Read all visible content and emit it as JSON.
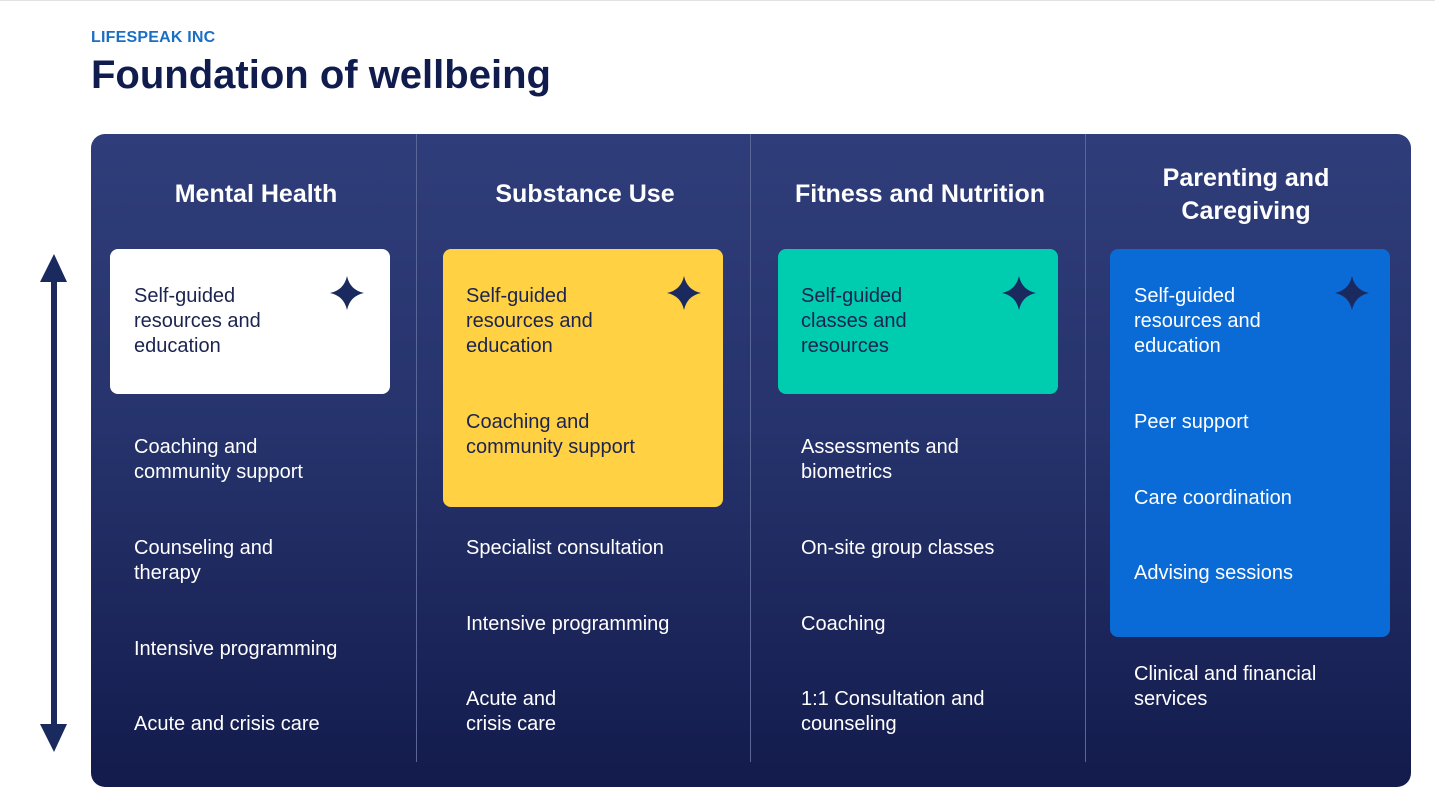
{
  "header": {
    "company": "LIFESPEAK INC",
    "title": "Foundation of wellbeing"
  },
  "colors": {
    "panel_top": "#2f3d7a",
    "panel_bottom": "#131b4c",
    "white_box": "#ffffff",
    "yellow_box": "#ffd143",
    "teal_box": "#00ccb0",
    "blue_box": "#0a6ad6",
    "diamond": "#1b2a5e"
  },
  "columns": [
    {
      "title": "Mental Health",
      "highlight": "Self-guided resources and education",
      "items": [
        "Coaching and community support",
        "Counseling and therapy",
        "Intensive programming",
        "Acute and crisis care"
      ]
    },
    {
      "title": "Substance Use",
      "highlight": "Self-guided resources and education",
      "highlight2": "Coaching and community support",
      "items": [
        "Specialist consultation",
        "Intensive programming",
        "Acute and crisis care"
      ]
    },
    {
      "title": "Fitness and Nutrition",
      "highlight": "Self-guided classes and resources",
      "items": [
        "Assessments and biometrics",
        "On-site group classes",
        "Coaching",
        "1:1 Consultation and counseling"
      ]
    },
    {
      "title": "Parenting and Caregiving",
      "highlight": "Self-guided resources and education",
      "highlight2": "Peer support",
      "highlight3": "Care coordination",
      "highlight4": "Advising sessions",
      "items": [
        "Clinical and financial services"
      ]
    }
  ],
  "icons": {
    "diamond": "four-point-star-icon",
    "arrow": "double-arrow-vertical-icon"
  }
}
